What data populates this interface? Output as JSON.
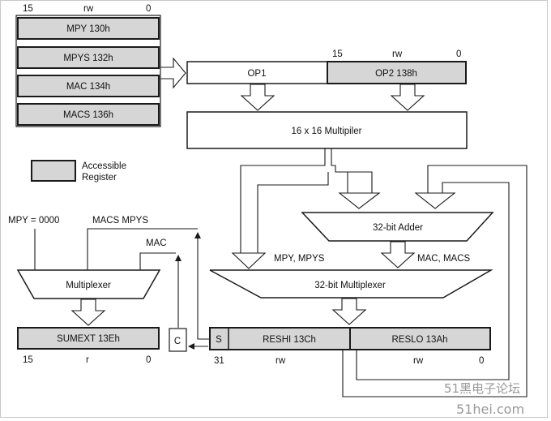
{
  "colors": {
    "register_fill": "#d6d6d6",
    "line": "#1a1a1a",
    "background": "#ffffff",
    "watermark": "#9a9a9a"
  },
  "bits": {
    "left_high": "15",
    "left_access": "rw",
    "left_low": "0",
    "op2_high": "15",
    "op2_access": "rw",
    "op2_low": "0",
    "sumext_high": "15",
    "sumext_access": "r",
    "sumext_low": "0",
    "res_high": "31",
    "res_access_hi": "rw",
    "res_access_lo": "rw",
    "res_low": "0"
  },
  "registers": {
    "mpy": "MPY 130h",
    "mpys": "MPYS 132h",
    "mac": "MAC 134h",
    "macs": "MACS 136h",
    "op1": "OP1",
    "op2": "OP2 138h",
    "sumext": "SUMEXT 13Eh",
    "s_bit": "S",
    "reshi": "RESHI 13Ch",
    "reslo": "RESLO 13Ah",
    "c_flag": "C"
  },
  "blocks": {
    "multiplier": "16 x 16 Multipiler",
    "adder": "32-bit Adder",
    "multiplexer_left": "Multiplexer",
    "multiplexer_right": "32-bit Multiplexer"
  },
  "legend": {
    "line1": "Accessible",
    "line2": "Register"
  },
  "signals": {
    "mpy_zero": "MPY = 0000",
    "macs_mpys": "MACS MPYS",
    "mac": "MAC",
    "mpy_mpys": "MPY, MPYS",
    "mac_macs": "MAC, MACS"
  },
  "watermark": {
    "line1": "51黑电子论坛",
    "line2": "51hei.com"
  }
}
